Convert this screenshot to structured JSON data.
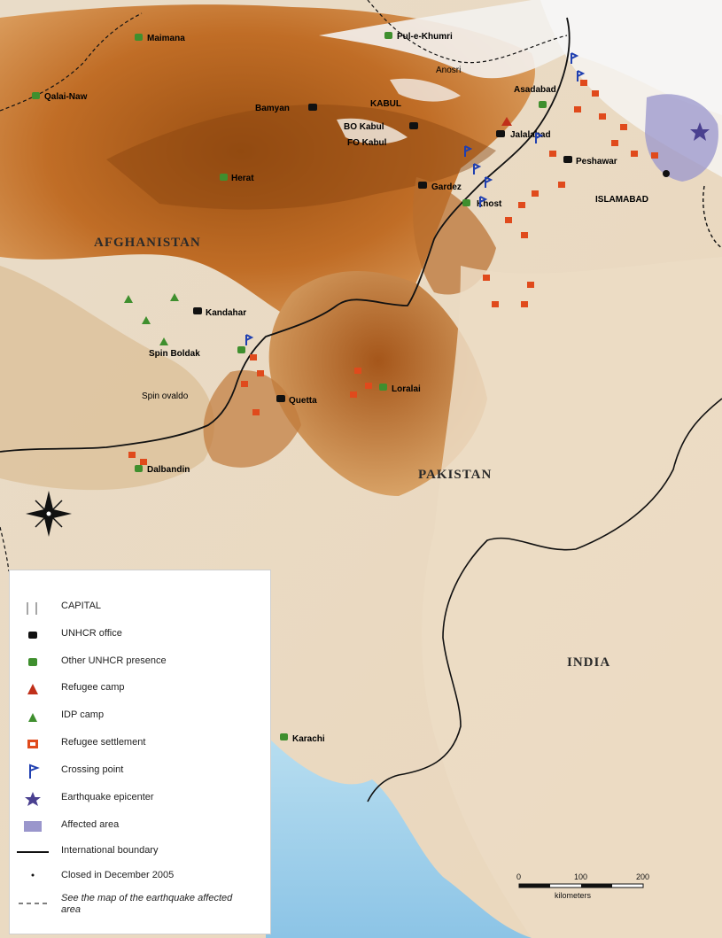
{
  "map": {
    "countries": [
      {
        "key": "afghanistan",
        "label": "AFGHANISTAN"
      },
      {
        "key": "pakistan",
        "label": "PAKISTAN"
      },
      {
        "key": "india",
        "label": "INDIA"
      }
    ],
    "capitals": [
      {
        "key": "kabul",
        "label": "KABUL"
      },
      {
        "key": "islamabad",
        "label": "ISLAMABAD"
      }
    ],
    "offices": [
      {
        "key": "kandahar",
        "label": "Kandahar"
      },
      {
        "key": "quetta",
        "label": "Quetta"
      },
      {
        "key": "peshawar",
        "label": "Peshawar"
      },
      {
        "key": "jalalabad",
        "label": "Jalalabad"
      },
      {
        "key": "gardez",
        "label": "Gardez"
      },
      {
        "key": "bamyan",
        "label": "Bamyan"
      },
      {
        "key": "bo-kabul",
        "label": "BO Kabul"
      },
      {
        "key": "fo-kabul",
        "label": "FO Kabul"
      }
    ],
    "presences": [
      {
        "key": "maimana",
        "label": "Maimana"
      },
      {
        "key": "pul-e-khumri",
        "label": "Pul-e-Khumri"
      },
      {
        "key": "qalai-naw",
        "label": "Qalai-Naw"
      },
      {
        "key": "herat",
        "label": "Herat"
      },
      {
        "key": "asadabad",
        "label": "Asadabad"
      },
      {
        "key": "khost",
        "label": "Khost"
      },
      {
        "key": "spin-boldak",
        "label": "Spin Boldak"
      },
      {
        "key": "loralai",
        "label": "Loralai"
      },
      {
        "key": "dalbandin",
        "label": "Dalbandin"
      },
      {
        "key": "karachi",
        "label": "Karachi"
      }
    ],
    "other_places": [
      {
        "key": "anosri",
        "label": "Anosri"
      },
      {
        "key": "spin-ovaldo",
        "label": "Spin ovaldo"
      }
    ]
  },
  "legend": {
    "items": [
      {
        "key": "capital",
        "label": "CAPITAL"
      },
      {
        "key": "unhcr-office",
        "label": "UNHCR office"
      },
      {
        "key": "other-presence",
        "label": "Other UNHCR presence"
      },
      {
        "key": "refugee-camp",
        "label": "Refugee camp"
      },
      {
        "key": "idp-camp",
        "label": "IDP camp"
      },
      {
        "key": "refugee-settlement",
        "label": "Refugee settlement"
      },
      {
        "key": "crossing-point",
        "label": "Crossing point"
      },
      {
        "key": "earthquake-epicenter",
        "label": "Earthquake epicenter"
      },
      {
        "key": "affected-area",
        "label": "Affected area"
      },
      {
        "key": "international-boundary",
        "label": "International boundary"
      },
      {
        "key": "closed",
        "label": "Closed in December 2005"
      },
      {
        "key": "see-map",
        "label": "See the map of the earthquake affected area"
      }
    ]
  },
  "scale": {
    "ticks": [
      "0",
      "100",
      "200"
    ],
    "unit": "kilometers"
  },
  "colors": {
    "mountain": "#b8641f",
    "plain": "#e8d9c4",
    "sea": "#a8d4ec",
    "snow": "#f7f7f7",
    "presence": "#3f8f2e",
    "settlement": "#e04a1c",
    "crossing": "#1f3fb0",
    "affected": "#9a96cc",
    "epicenter": "#4a4090"
  }
}
